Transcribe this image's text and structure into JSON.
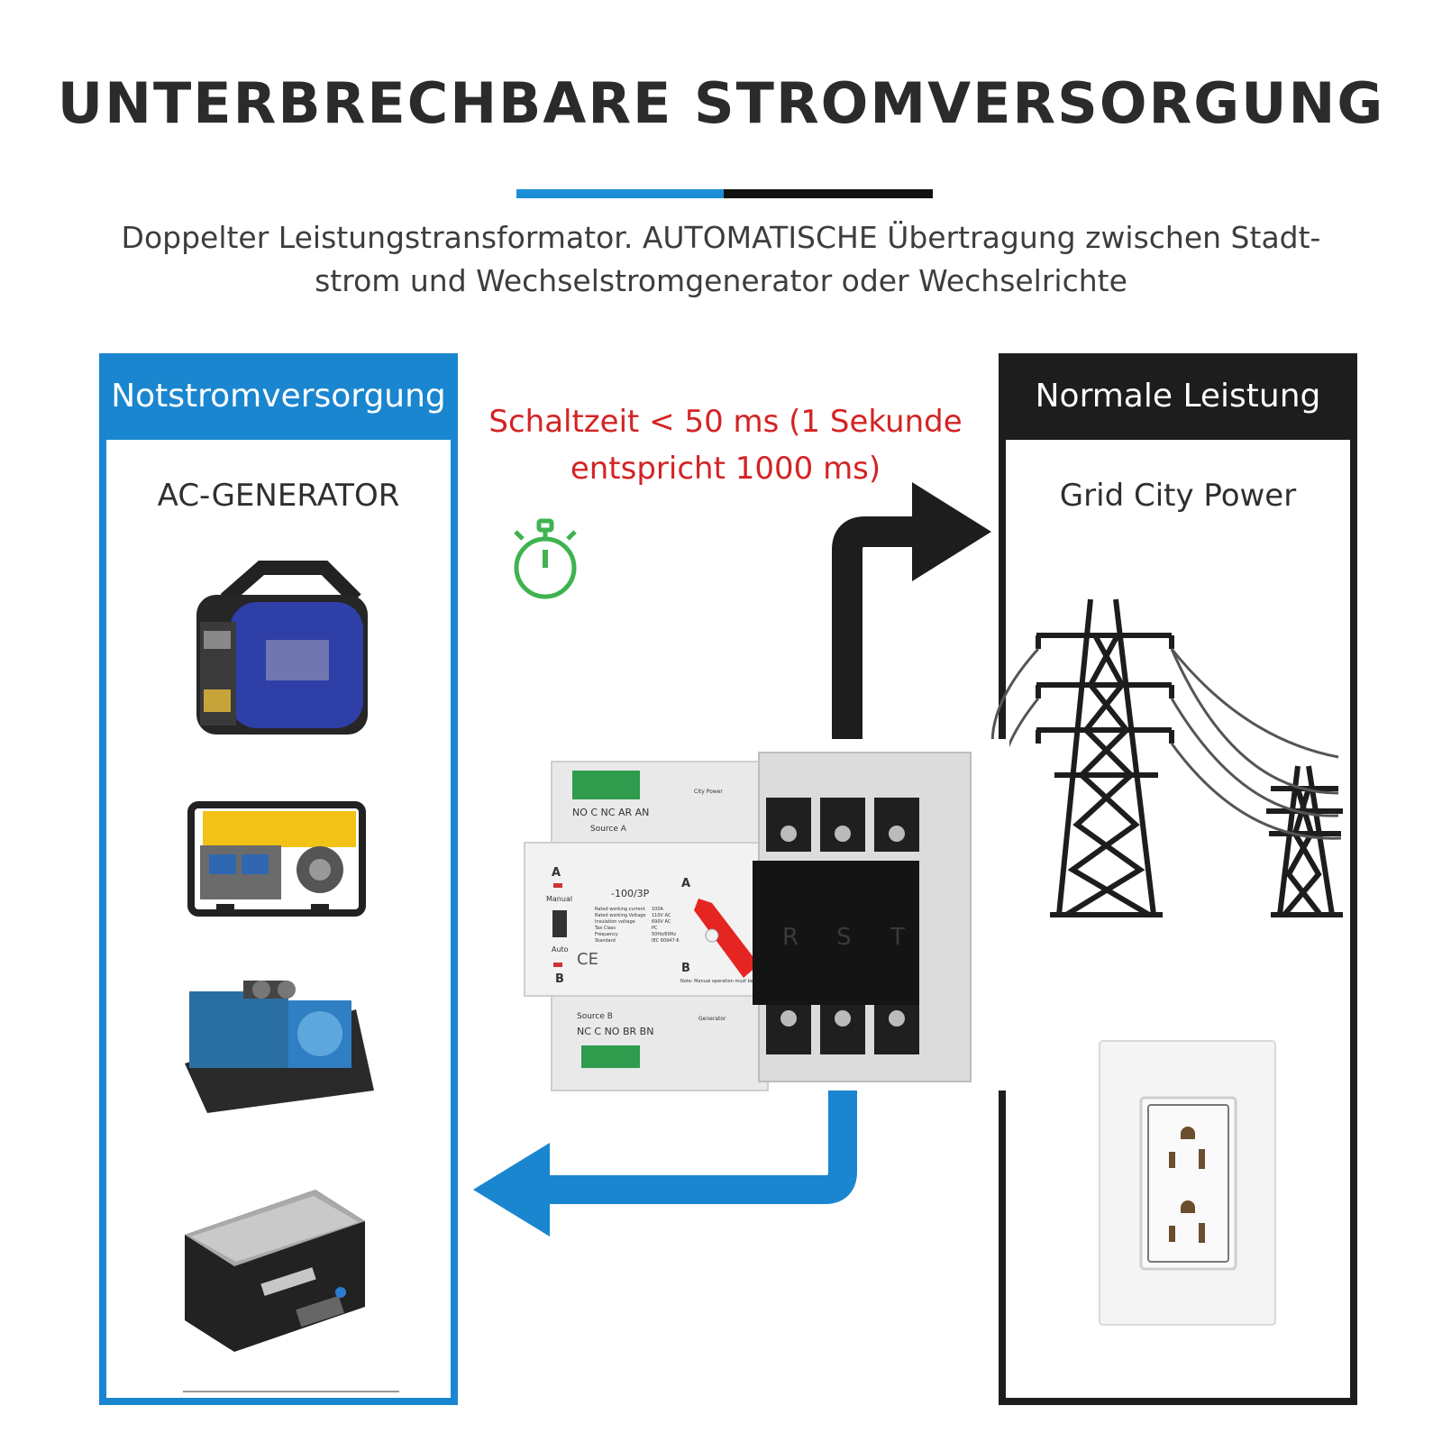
{
  "header": {
    "title": "UNTERBRECHBARE STROMVERSORGUNG",
    "subtitle_line1": "Doppelter Leistungstransformator. AUTOMATISCHE Übertragung zwischen Stadt-",
    "subtitle_line2": "strom und Wechselstromgenerator oder Wechselrichte"
  },
  "left_panel": {
    "header": "Notstromversorgung",
    "subheading": "AC-GENERATOR",
    "items": [
      "inverter-generator",
      "portable-generator",
      "diesel-generator-set",
      "power-inverter"
    ]
  },
  "right_panel": {
    "header": "Normale Leistung",
    "subheading": "Grid City Power",
    "items": [
      "power-transmission-towers",
      "wall-outlet"
    ]
  },
  "center": {
    "switch_time_line1": "Schaltzeit < 50 ms (1 Sekunde",
    "switch_time_line2": "entspricht 1000 ms)",
    "device": {
      "terminals_a": "NO C NC AR AN",
      "source_a": "Source A",
      "city_power": "City Power",
      "model": "-100/3P",
      "manual": "Manual",
      "auto": "Auto",
      "label_a": "A",
      "label_b": "B",
      "specs_labels": [
        "Rated working current",
        "Rated working Voltage",
        "Insulation voltage",
        "Tax Class",
        "Frequency",
        "Standard"
      ],
      "specs_values": [
        "100A",
        "110V AC",
        "690V AC",
        "PC",
        "50Hz/60Hz",
        "IEC 60947-6"
      ],
      "terminals_b": "NC C NO BR BN",
      "source_b": "Source B",
      "generator": "Generator",
      "phases": [
        "R",
        "S",
        "T"
      ],
      "ce": "CE",
      "note": "Note: Manual operation must be in Manual position"
    }
  },
  "colors": {
    "blue": "#1a86d0",
    "black": "#1d1d1d",
    "red_text": "#d42323",
    "stopwatch_green": "#3fb34f",
    "handle_red": "#e52521"
  }
}
